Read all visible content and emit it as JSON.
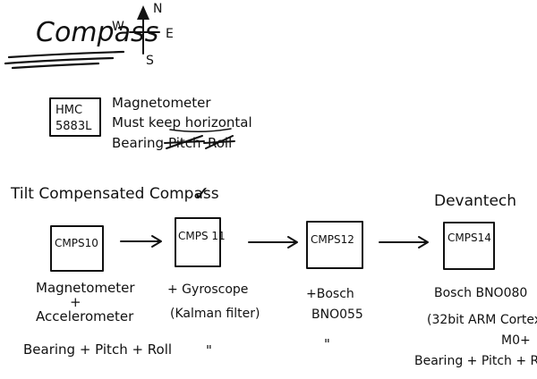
{
  "title": "Compass",
  "compass_rose": {
    "north": "N",
    "south": "S",
    "east": "E",
    "west": "W"
  },
  "hmc": {
    "chip_line1": "HMC",
    "chip_line2": "5883L",
    "description_line1": "Magnetometer",
    "description_line2": "Must keep horizontal",
    "description_line3_prefix": "Bearing",
    "struck_word1": "Pitch",
    "struck_word2": "Roll"
  },
  "tilt_heading": "Tilt Compensated Compass",
  "tilt_check": "✓",
  "devantech_label": "Devantech",
  "modules": [
    {
      "chip": "CMPS10",
      "notes": [
        "Magnetometer",
        "+",
        "Accelerometer"
      ],
      "footer": "Bearing + Pitch + Roll"
    },
    {
      "chip": "CMPS 11",
      "notes": [
        "+ Gyroscope",
        "(Kalman filter)"
      ],
      "footer": "\""
    },
    {
      "chip": "CMPS12",
      "notes": [
        "+Bosch",
        "BNO055"
      ],
      "footer": "\""
    },
    {
      "chip": "CMPS14",
      "notes": [
        "Bosch BNO080",
        "(32bit ARM Cortex",
        "M0+"
      ],
      "footer": "Bearing + Pitch + Roll"
    }
  ]
}
